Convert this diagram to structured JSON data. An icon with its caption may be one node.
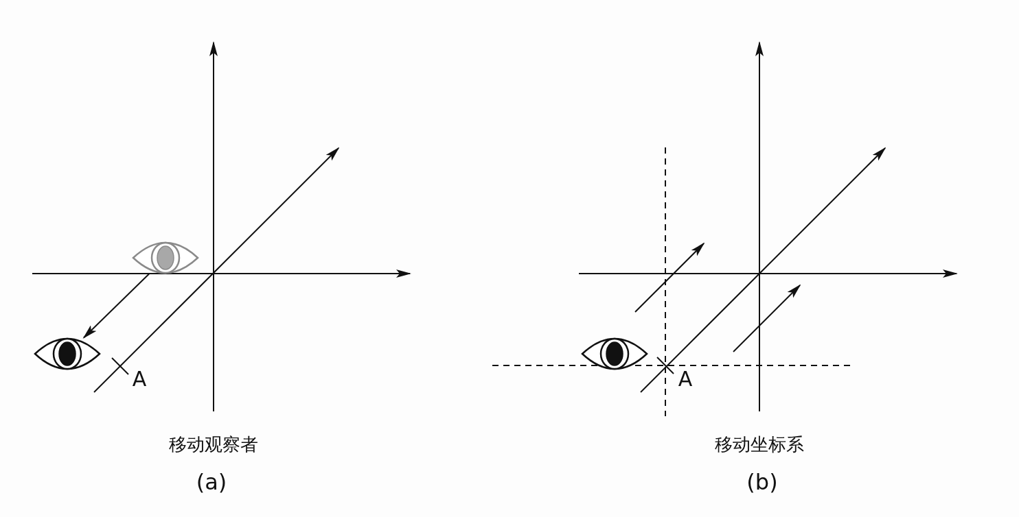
{
  "diagram": {
    "nodes": [
      {
        "text": [],
        "shape": "eye"
      },
      {
        "text": [],
        "shape": "eye"
      }
    ],
    "edges": [
      {
        "from": 0,
        "to": 1,
        "arrow": "to"
      }
    ],
    "labels": [
      "A",
      "移动观察者",
      "(a)",
      "A",
      "移动坐标系",
      "(b)"
    ]
  }
}
